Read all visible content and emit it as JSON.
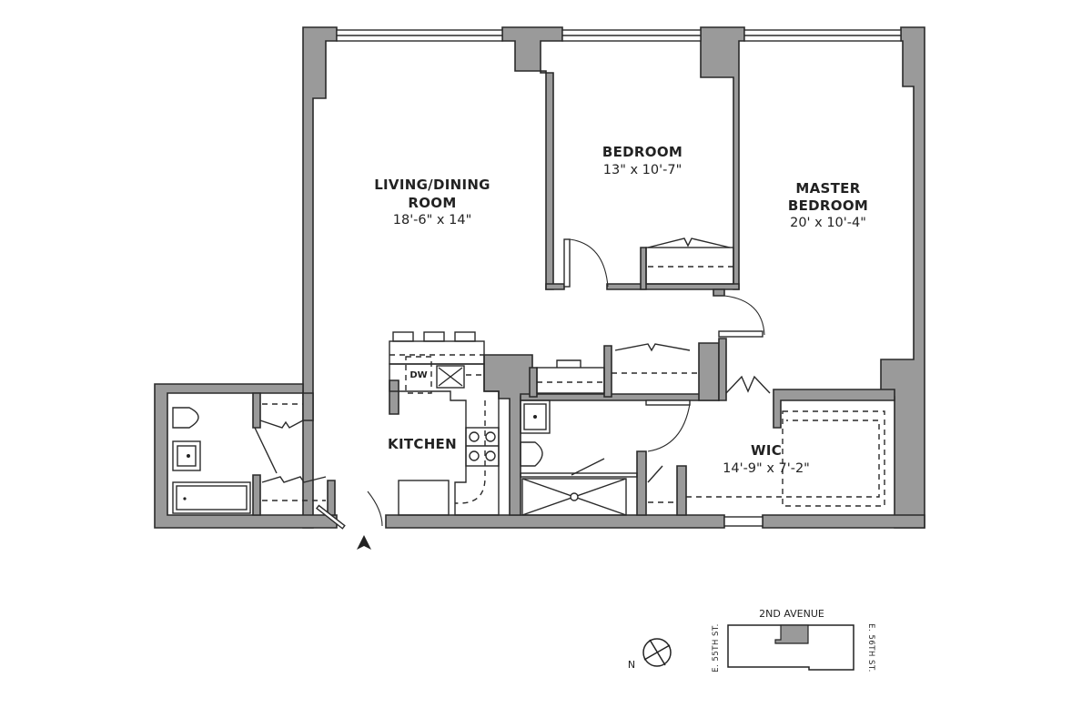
{
  "rooms": {
    "living": {
      "name_line1": "LIVING/DINING",
      "name_line2": "ROOM",
      "dims": "18'-6\" x 14\""
    },
    "bedroom": {
      "name": "BEDROOM",
      "dims": "13\" x 10'-7\""
    },
    "master": {
      "name_line1": "MASTER",
      "name_line2": "BEDROOM",
      "dims": "20' x 10'-4\""
    },
    "kitchen": {
      "name": "KITCHEN",
      "dishwasher": "DW"
    },
    "wic": {
      "name": "WIC",
      "dims": "14'-9\" x 7'-2\""
    }
  },
  "compass": {
    "label": "N"
  },
  "key_plan": {
    "top_street": "2ND AVENUE",
    "left_street": "E. 55TH ST.",
    "right_street": "E. 56TH ST."
  },
  "colors": {
    "wall_fill": "#9a9a9a",
    "line": "#2a2a2a",
    "background": "#ffffff"
  }
}
